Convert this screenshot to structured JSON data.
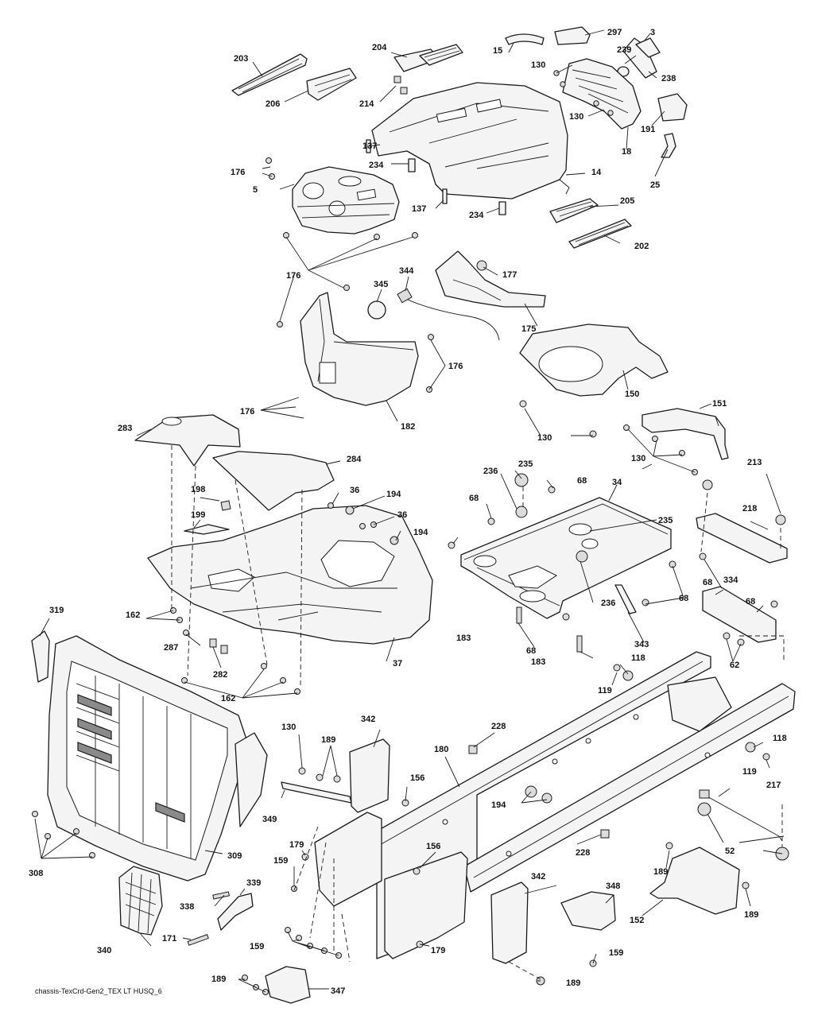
{
  "footer_text": "chassis-TexCrd-Gen2_TEX LT HUSQ_6",
  "callouts": {
    "c3": "3",
    "c5": "5",
    "c14": "14",
    "c15": "15",
    "c18": "18",
    "c25": "25",
    "c34": "34",
    "c36a": "36",
    "c36b": "36",
    "c37": "37",
    "c52": "52",
    "c62": "62",
    "c68a": "68",
    "c68b": "68",
    "c68c": "68",
    "c68d": "68",
    "c68e": "68",
    "c68f": "68",
    "c118a": "118",
    "c118b": "118",
    "c119a": "119",
    "c119b": "119",
    "c130a": "130",
    "c130b": "130",
    "c130c": "130",
    "c130d": "130",
    "c130e": "130",
    "c137a": "137",
    "c137b": "137",
    "c150": "150",
    "c151": "151",
    "c152": "152",
    "c156a": "156",
    "c156b": "156",
    "c159a": "159",
    "c159b": "159",
    "c159c": "159",
    "c162a": "162",
    "c162b": "162",
    "c171": "171",
    "c175": "175",
    "c176a": "176",
    "c176b": "176",
    "c176c": "176",
    "c176d": "176",
    "c177": "177",
    "c179a": "179",
    "c179b": "179",
    "c180": "180",
    "c182": "182",
    "c183a": "183",
    "c183b": "183",
    "c189a": "189",
    "c189b": "189",
    "c189c": "189",
    "c189d": "189",
    "c189e": "189",
    "c191": "191",
    "c194a": "194",
    "c194b": "194",
    "c194c": "194",
    "c198": "198",
    "c199": "199",
    "c202": "202",
    "c203": "203",
    "c204": "204",
    "c205": "205",
    "c206": "206",
    "c213": "213",
    "c214": "214",
    "c217": "217",
    "c218": "218",
    "c228a": "228",
    "c228b": "228",
    "c234a": "234",
    "c234b": "234",
    "c235a": "235",
    "c235b": "235",
    "c236a": "236",
    "c236b": "236",
    "c238": "238",
    "c239": "239",
    "c282": "282",
    "c283": "283",
    "c284": "284",
    "c287": "287",
    "c297": "297",
    "c308": "308",
    "c309": "309",
    "c319": "319",
    "c334": "334",
    "c338": "338",
    "c339": "339",
    "c340": "340",
    "c342a": "342",
    "c342b": "342",
    "c343": "343",
    "c344": "344",
    "c345": "345",
    "c347": "347",
    "c348": "348",
    "c349": "349"
  }
}
